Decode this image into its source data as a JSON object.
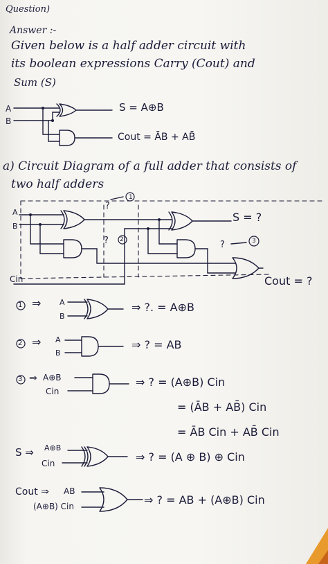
{
  "header": {
    "question": "Question)",
    "answer": "Answer :-"
  },
  "intro": {
    "line1": "Given below is a half adder circuit with",
    "line2": "its boolean expressions Carry (Cout) and",
    "line3": "Sum (S)"
  },
  "half_adder": {
    "input_a": "A",
    "input_b": "B",
    "sum_eq": "S = A⊕B",
    "cout_eq": "Cout = ĀB + AB̄"
  },
  "part_a": {
    "line1": "a) Circuit Diagram of a full adder that consists of",
    "line2": "two half adders"
  },
  "full_adder": {
    "input_a": "A",
    "input_b": "B",
    "input_cin": "Cin",
    "q1": "?",
    "q1_num": "1",
    "q2": "?",
    "q2_num": "2",
    "q3": "?",
    "q3_num": "3",
    "sum_out": "S = ?",
    "cout_out": "Cout = ?"
  },
  "steps": {
    "s1": {
      "num": "1",
      "arrow": "⇒",
      "in1": "A",
      "in2": "B",
      "result": "⇒ ?. = A⊕B"
    },
    "s2": {
      "num": "2",
      "arrow": "⇒",
      "in1": "A",
      "in2": "B",
      "result": "⇒ ? = AB"
    },
    "s3": {
      "num": "3",
      "arrow": "⇒",
      "in1": "A⊕B",
      "in2": "Cin",
      "result": "⇒ ? = (A⊕B) Cin",
      "line2": "= (ĀB + AB̄) Cin",
      "line3": "= ĀB Cin + AB̄ Cin"
    },
    "s4": {
      "lhs": "S ⇒",
      "in1": "A⊕B",
      "in2": "Cin",
      "result": "⇒ ? = (A ⊕ B) ⊕ Cin"
    },
    "s5": {
      "lhs": "Cout ⇒",
      "in1": "AB",
      "in2": "(A⊕B) Cin",
      "result": "⇒ ? = AB + (A⊕B) Cin"
    }
  }
}
